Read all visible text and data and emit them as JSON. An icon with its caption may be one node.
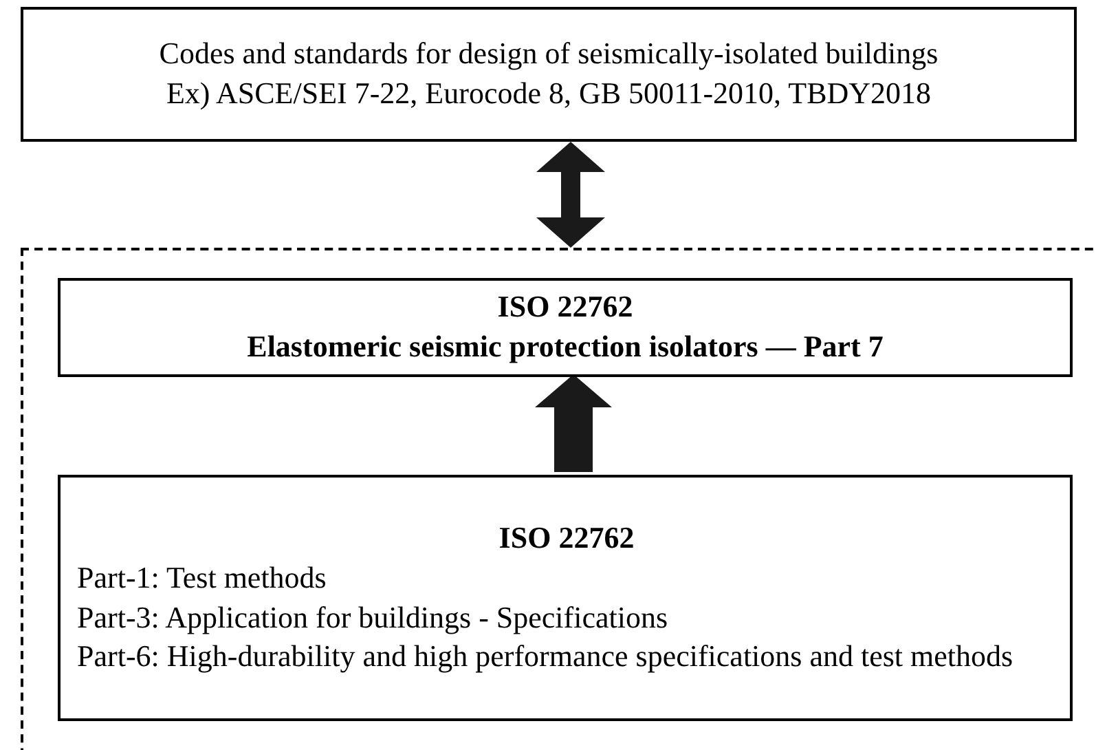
{
  "diagram": {
    "nodes": [
      {
        "text": [
          "Codes and standards for design of seismically-isolated buildings",
          "Ex) ASCE/SEI 7-22, Eurocode 8, GB 50011-2010, TBDY2018"
        ]
      },
      {
        "text": [],
        "shape": "box"
      },
      {
        "text": [
          "ISO 22762",
          "Elastomeric seismic protection isolators — Part 7"
        ],
        "in": 1
      },
      {
        "text": [
          "ISO 22762",
          "Part-1: Test methods",
          "Part-3: Application for buildings - Specifications",
          "Part-6: High-durability and high performance specifications and test methods"
        ],
        "in": 1
      }
    ],
    "edges": [
      {
        "from": 0,
        "to": 1,
        "arrow": "both"
      },
      {
        "from": 3,
        "to": 2,
        "arrow": "to"
      }
    ]
  }
}
